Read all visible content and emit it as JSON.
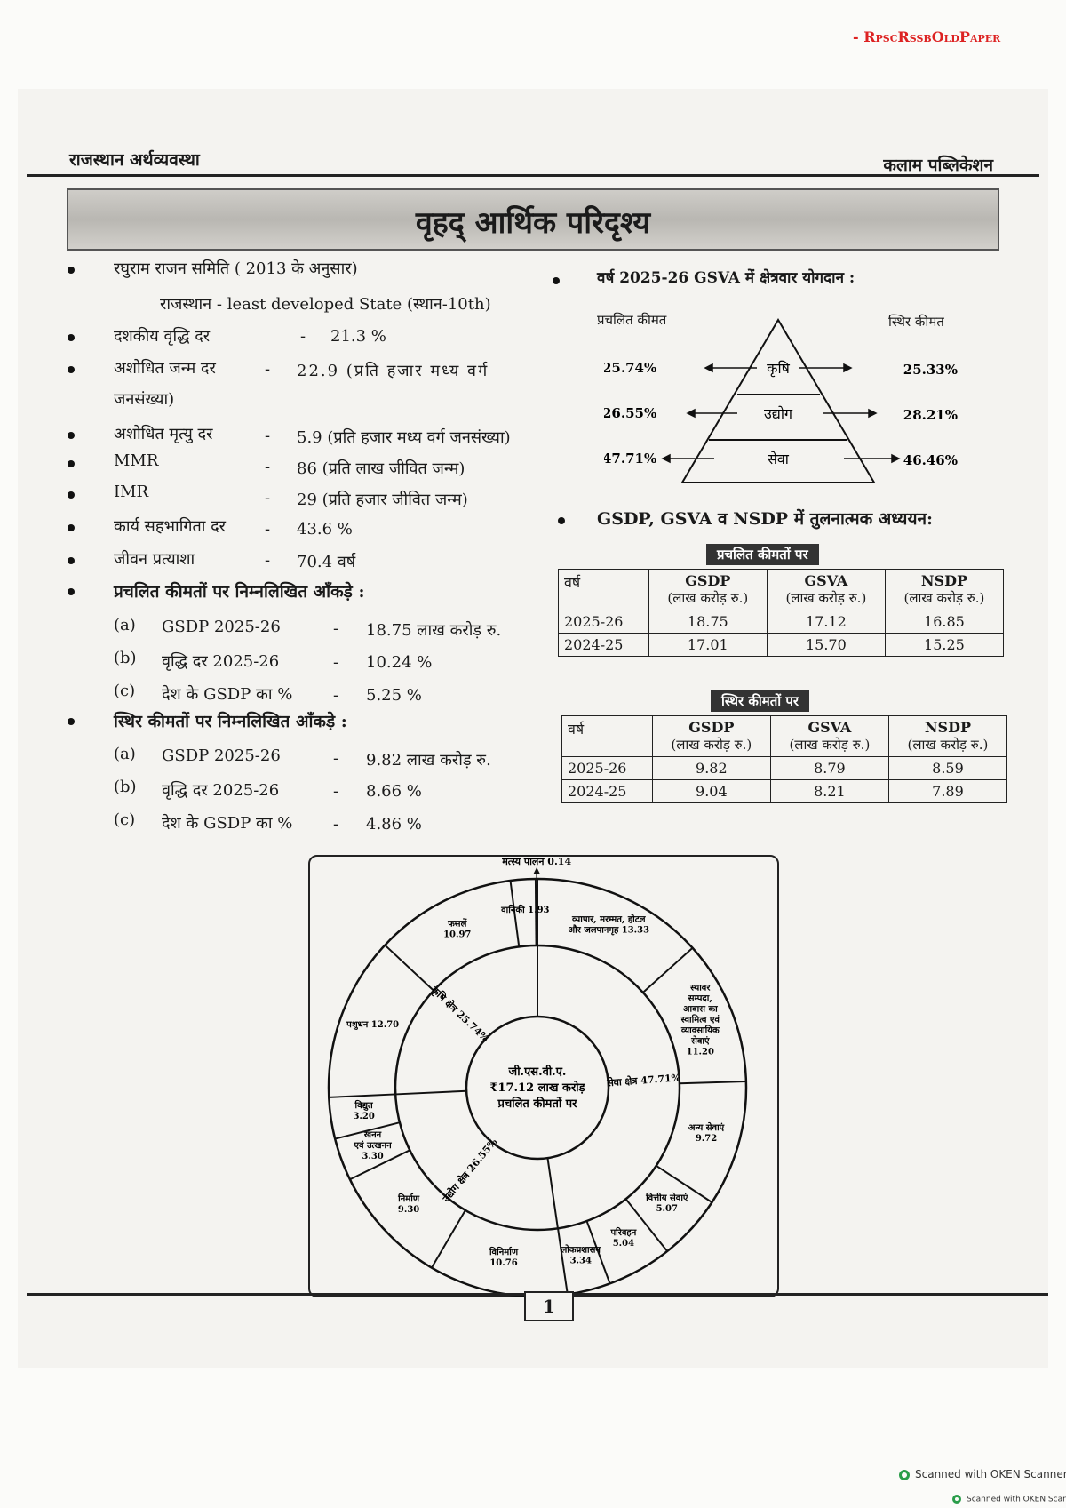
{
  "watermark": "- RpscRssbOldPaper",
  "header": {
    "left": "राजस्थान अर्थव्यवस्था",
    "right": "कलाम पब्लिकेशन"
  },
  "title": "वृहद् आर्थिक परिदृश्य",
  "left": {
    "items": [
      {
        "label": "रघुराम राजन समिति ( 2013 के अनुसार)",
        "sub": "राजस्थान - least developed State (स्थान-10th)"
      },
      {
        "label": "दशकीय वृद्धि दर",
        "dash": "-",
        "value": "21.3 %"
      },
      {
        "label": "अशोधित जन्म दर",
        "dash": "-",
        "value": "22.9 (प्रति हजार मध्य वर्ग",
        "cont": "जनसंख्या)"
      },
      {
        "label": "अशोधित मृत्यु दर",
        "dash": "-",
        "value": "5.9 (प्रति हजार मध्य वर्ग जनसंख्या)"
      },
      {
        "label": "MMR",
        "dash": "-",
        "value": "86 (प्रति लाख जीवित जन्म)"
      },
      {
        "label": "IMR",
        "dash": "-",
        "value": "29 (प्रति हजार जीवित जन्म)"
      },
      {
        "label": "कार्य सहभागिता दर",
        "dash": "-",
        "value": "43.6 %"
      },
      {
        "label": "जीवन प्रत्याशा",
        "dash": "-",
        "value": "70.4 वर्ष"
      }
    ],
    "current": {
      "heading": "प्रचलित कीमतों पर निम्नलिखित आँकड़े :",
      "rows": [
        {
          "idx": "(a)",
          "label": "GSDP  2025-26",
          "dash": "-",
          "value": "18.75 लाख करोड़ रु."
        },
        {
          "idx": "(b)",
          "label": "वृद्धि दर  2025-26",
          "dash": "-",
          "value": "10.24 %"
        },
        {
          "idx": "(c)",
          "label": "देश के GSDP का %",
          "dash": "-",
          "value": "5.25 %"
        }
      ]
    },
    "constant": {
      "heading": "स्थिर कीमतों पर निम्नलिखित आँकड़े :",
      "rows": [
        {
          "idx": "(a)",
          "label": "GSDP  2025-26",
          "dash": "-",
          "value": "9.82 लाख करोड़ रु."
        },
        {
          "idx": "(b)",
          "label": "वृद्धि दर  2025-26",
          "dash": "-",
          "value": "8.66 %"
        },
        {
          "idx": "(c)",
          "label": "देश के GSDP का %",
          "dash": "-",
          "value": "4.86 %"
        }
      ]
    }
  },
  "right": {
    "pyramid": {
      "heading": "वर्ष 2025-26 GSVA में क्षेत्रवार योगदान :",
      "left_title": "प्रचलित कीमत",
      "right_title": "स्थिर कीमत",
      "rows": [
        {
          "sector": "कृषि",
          "current": "25.74%",
          "constant": "25.33%"
        },
        {
          "sector": "उद्योग",
          "current": "26.55%",
          "constant": "28.21%"
        },
        {
          "sector": "सेवा",
          "current": "47.71%",
          "constant": "46.46%"
        }
      ]
    },
    "compare_heading": "GSDP, GSVA व NSDP में तुलनात्मक अध्ययन:",
    "tables": [
      {
        "badge": "प्रचलित कीमतों पर",
        "headers": [
          "वर्ष",
          "GSDP",
          "GSVA",
          "NSDP"
        ],
        "unit": "(लाख करोड़ रु.)",
        "rows": [
          [
            "2025-26",
            "18.75",
            "17.12",
            "16.85"
          ],
          [
            "2024-25",
            "17.01",
            "15.70",
            "15.25"
          ]
        ]
      },
      {
        "badge": "स्थिर कीमतों पर",
        "headers": [
          "वर्ष",
          "GSDP",
          "GSVA",
          "NSDP"
        ],
        "unit": "(लाख करोड़ रु.)",
        "rows": [
          [
            "2025-26",
            "9.82",
            "8.79",
            "8.59"
          ],
          [
            "2024-25",
            "9.04",
            "8.21",
            "7.89"
          ]
        ]
      }
    ]
  },
  "donut": {
    "center": [
      "जी.एस.वी.ए.",
      "₹17.12 लाख करोड़",
      "प्रचलित कीमतों पर"
    ],
    "fishing_label": "मत्स्य पालन 0.14",
    "inner": [
      {
        "label": "सेवा क्षेत्र 47.71%",
        "value": 47.71
      },
      {
        "label": "उद्योग क्षेत्र 26.55%",
        "value": 26.55
      },
      {
        "label": "कृषि क्षेत्र 25.74%",
        "value": 25.74
      }
    ],
    "outer": [
      {
        "label": [
          "व्यापार, मरम्मत, होटल",
          "और जलपानगृह 13.33"
        ],
        "value": 13.33
      },
      {
        "label": [
          "स्थावर",
          "सम्पदा,",
          "आवास का",
          "स्वामित्व एवं",
          "व्यावसायिक",
          "सेवाएं",
          "11.20"
        ],
        "value": 11.2
      },
      {
        "label": [
          "अन्य सेवाएं",
          "9.72"
        ],
        "value": 9.72
      },
      {
        "label": [
          "वित्तीय सेवाएं",
          "5.07"
        ],
        "value": 5.07
      },
      {
        "label": [
          "परिवहन",
          "5.04"
        ],
        "value": 5.04
      },
      {
        "label": [
          "लोकप्रशासन",
          "3.34"
        ],
        "value": 3.34
      },
      {
        "label": [
          "विनिर्माण",
          "10.76"
        ],
        "value": 10.76
      },
      {
        "label": [
          "निर्माण",
          "9.30"
        ],
        "value": 9.3
      },
      {
        "label": [
          "खनन",
          "एवं उत्खनन",
          "3.30"
        ],
        "value": 3.3
      },
      {
        "label": [
          "विद्युत",
          "3.20"
        ],
        "value": 3.2
      },
      {
        "label": [
          "पशुधन 12.70"
        ],
        "value": 12.7
      },
      {
        "label": [
          "फसलें",
          "10.97"
        ],
        "value": 10.97
      },
      {
        "label": [
          "वानिकी 1.93"
        ],
        "value": 1.93
      },
      {
        "label": [],
        "value": 0.14
      }
    ]
  },
  "page_number": "1",
  "scanner": "Scanned with OKEN Scanner"
}
